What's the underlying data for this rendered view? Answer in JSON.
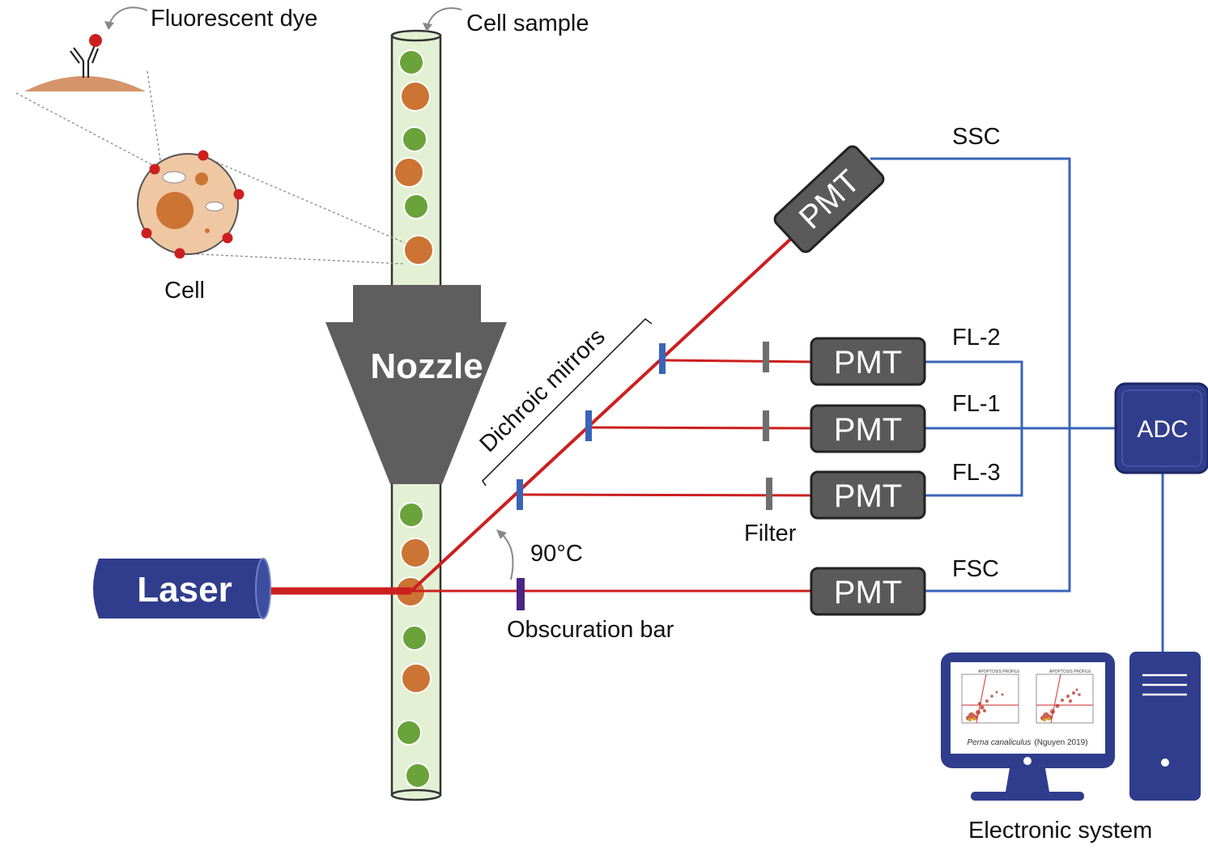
{
  "labels": {
    "fluorescent_dye": "Fluorescent dye",
    "cell_sample": "Cell sample",
    "cell": "Cell",
    "nozzle": "Nozzle",
    "laser": "Laser",
    "dichroic_mirrors": "Dichroic mirrors",
    "angle": "90°C",
    "obscuration_bar": "Obscuration bar",
    "filter": "Filter",
    "electronic_system": "Electronic system",
    "adc": "ADC"
  },
  "detectors": [
    {
      "id": "ssc",
      "label": "PMT",
      "channel": "SSC"
    },
    {
      "id": "fl2",
      "label": "PMT",
      "channel": "FL-2"
    },
    {
      "id": "fl1",
      "label": "PMT",
      "channel": "FL-1"
    },
    {
      "id": "fl3",
      "label": "PMT",
      "channel": "FL-3"
    },
    {
      "id": "fsc",
      "label": "PMT",
      "channel": "FSC"
    }
  ],
  "monitor": {
    "plot_title_left": "APOPTOSIS PROFILE",
    "plot_title_right": "APOPTOSIS PROFILE",
    "caption_italic": "Perna canaliculus",
    "caption_rest": "(Nguyen 2019)"
  },
  "colors": {
    "laser_beam": "#cc1f1f",
    "signal_wire": "#3a64b8",
    "pmt_fill": "#5a5a5a",
    "nozzle_fill": "#5e5e5e",
    "navy": "#2f3d8c",
    "tube_fill": "#e3f0d4",
    "green_cell": "#6aa33a",
    "orange_cell": "#cc7433",
    "dye_red": "#cc1f1f"
  }
}
